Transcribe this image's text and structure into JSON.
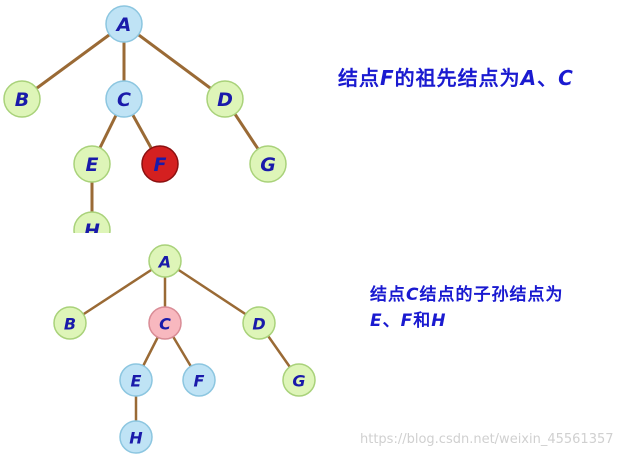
{
  "tree1": {
    "nodes": [
      {
        "id": "A",
        "label": "A",
        "style": "blue"
      },
      {
        "id": "B",
        "label": "B",
        "style": "green"
      },
      {
        "id": "C",
        "label": "C",
        "style": "blue"
      },
      {
        "id": "D",
        "label": "D",
        "style": "green"
      },
      {
        "id": "E",
        "label": "E",
        "style": "green"
      },
      {
        "id": "F",
        "label": "F",
        "style": "red"
      },
      {
        "id": "G",
        "label": "G",
        "style": "green"
      },
      {
        "id": "H",
        "label": "H",
        "style": "green"
      }
    ],
    "edges": [
      [
        "A",
        "B"
      ],
      [
        "A",
        "C"
      ],
      [
        "A",
        "D"
      ],
      [
        "C",
        "E"
      ],
      [
        "C",
        "F"
      ],
      [
        "D",
        "G"
      ],
      [
        "E",
        "H"
      ]
    ]
  },
  "tree2": {
    "nodes": [
      {
        "id": "A",
        "label": "A",
        "style": "green"
      },
      {
        "id": "B",
        "label": "B",
        "style": "green"
      },
      {
        "id": "C",
        "label": "C",
        "style": "pink"
      },
      {
        "id": "D",
        "label": "D",
        "style": "green"
      },
      {
        "id": "E",
        "label": "E",
        "style": "blue"
      },
      {
        "id": "F",
        "label": "F",
        "style": "blue"
      },
      {
        "id": "G",
        "label": "G",
        "style": "green"
      },
      {
        "id": "H",
        "label": "H",
        "style": "blue"
      }
    ],
    "edges": [
      [
        "A",
        "B"
      ],
      [
        "A",
        "C"
      ],
      [
        "A",
        "D"
      ],
      [
        "C",
        "E"
      ],
      [
        "C",
        "F"
      ],
      [
        "D",
        "G"
      ],
      [
        "E",
        "H"
      ]
    ]
  },
  "captions": {
    "c1_part1": "结点",
    "c1_F": "F",
    "c1_part2": "的祖先结点为",
    "c1_A": "A",
    "c1_sep": "、",
    "c1_C": "C",
    "c2_part1": "结点",
    "c2_C": "C",
    "c2_part2": "结点的子孙结点为",
    "c2_E": "E",
    "c2_sep": "、",
    "c2_F": "F",
    "c2_and": "和",
    "c2_H": "H"
  },
  "watermark": "https://blog.csdn.net/weixin_45561357",
  "colors": {
    "edge": "#9a6a35",
    "label": "#1a1aaa",
    "caption": "#1a1ad0",
    "blue_fill": "#bfe3f5",
    "blue_stroke": "#8cc6e0",
    "green_fill": "#def5b8",
    "green_stroke": "#a9d27a",
    "red_fill": "#d42020",
    "red_stroke": "#8c1010",
    "pink_fill": "#f8b8bf",
    "pink_stroke": "#d98c96"
  }
}
